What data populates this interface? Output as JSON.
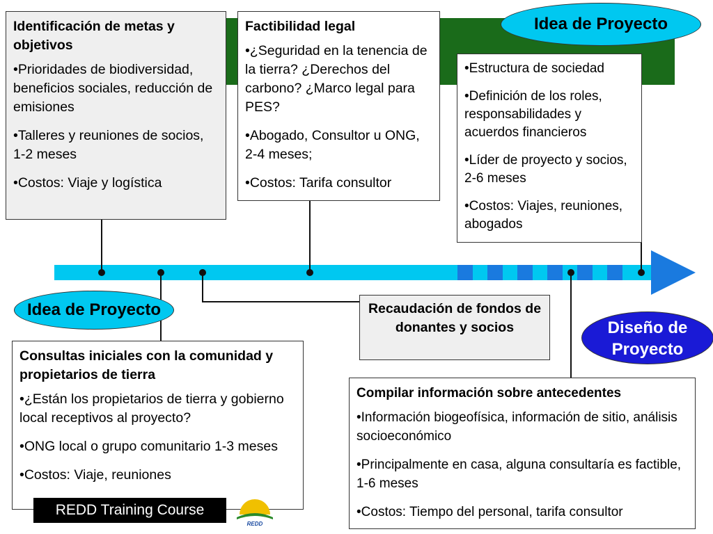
{
  "boxes": {
    "goals": {
      "heading": "Identificación de metas y objetivos",
      "items": [
        "•Prioridades de biodiversidad, beneficios sociales, reducción de emisiones",
        "•Talleres y reuniones de socios, 1-2 meses",
        "•Costos: Viaje y logística"
      ]
    },
    "legal": {
      "heading": "Factibilidad legal",
      "items": [
        "•¿Seguridad en la tenencia de la tierra? ¿Derechos del carbono? ¿Marco legal para PES?",
        "•Abogado, Consultor u ONG, 2-4 meses;",
        "•Costos: Tarifa consultor"
      ]
    },
    "society": {
      "items": [
        "•Estructura de sociedad",
        "•Definición de los roles, responsabilidades y acuerdos financieros",
        "•Líder de proyecto y socios,  2-6 meses",
        "•Costos: Viajes, reuniones, abogados"
      ]
    },
    "funding": {
      "heading": "Recaudación de fondos de donantes y socios"
    },
    "consult": {
      "heading": "Consultas iniciales con la comunidad y propietarios de tierra",
      "items": [
        "•¿Están los propietarios de tierra y gobierno local receptivos al proyecto?",
        "•ONG local o grupo comunitario 1-3 meses",
        "•Costos: Viaje, reuniones"
      ]
    },
    "compile": {
      "heading": "Compilar información sobre antecedentes",
      "items": [
        "•Información biogeofísica, información de sitio, análisis socioeconómico",
        "•Principalmente en casa, alguna consultaría es factible, 1-6 meses",
        "•Costos: Tiempo del personal, tarifa consultor"
      ]
    }
  },
  "ovals": {
    "idea_top": "Idea de Proyecto",
    "idea_left": "Idea de Proyecto",
    "design": "Diseño de Proyecto"
  },
  "footer": {
    "course": "REDD Training Course",
    "logo_text": "REDD"
  },
  "colors": {
    "timeline": "#00c8f0",
    "timeline_dashes": "#1a7adf",
    "band": "#1a6b1a",
    "oval_cyan": "#00c8f0",
    "oval_blue": "#1a1ad6"
  }
}
